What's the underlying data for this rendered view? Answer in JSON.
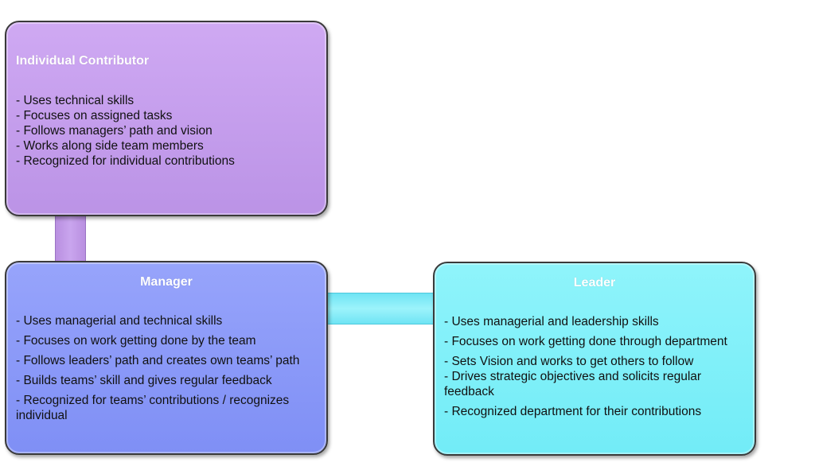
{
  "colors": {
    "individual_contributor_fill": "#bb93e6",
    "manager_fill": "#7f8ff5",
    "leader_fill": "#72ecf7",
    "title_text": "#ffffff"
  },
  "individual_contributor": {
    "title": "Individual Contributor",
    "items": [
      "- Uses technical skills",
      "- Focuses on assigned tasks",
      "- Follows managers’ path and vision",
      "- Works along side team members",
      "- Recognized for individual contributions"
    ]
  },
  "manager": {
    "title": "Manager",
    "items": [
      "- Uses managerial and technical skills",
      "- Focuses on work getting done by the team",
      "- Follows leaders’ path and creates own teams’ path",
      "- Builds teams’ skill and gives regular feedback",
      "- Recognized for teams’ contributions / recognizes individual"
    ]
  },
  "leader": {
    "title": "Leader",
    "items": [
      "- Uses managerial and leadership skills",
      "- Focuses on work getting done through department",
      "- Sets Vision and works to get others to follow",
      "- Drives strategic objectives and solicits regular feedback",
      "- Recognized department for their contributions"
    ]
  }
}
